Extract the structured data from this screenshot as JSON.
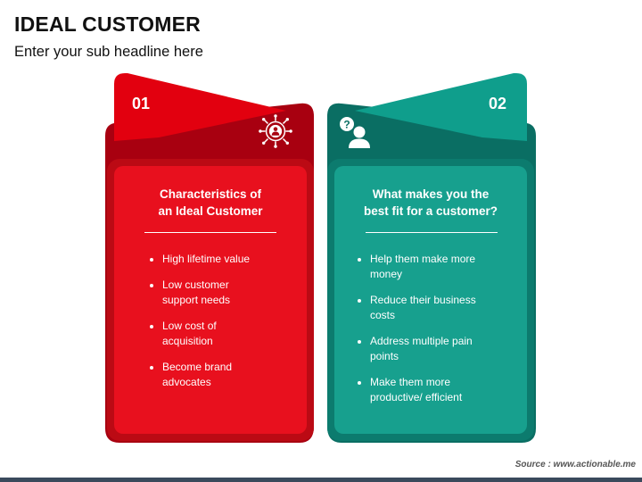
{
  "header": {
    "title": "IDEAL CUSTOMER",
    "subtitle": "Enter your sub headline here"
  },
  "cards": [
    {
      "number": "01",
      "icon": "target-customer-icon",
      "heading_line1": "Characteristics of",
      "heading_line2": "an Ideal Customer",
      "points": [
        [
          "High lifetime value"
        ],
        [
          "Low customer",
          "support needs"
        ],
        [
          "Low cost of",
          "acquisition"
        ],
        [
          "Become brand",
          "advocates"
        ]
      ],
      "colors": {
        "tab": "#e2000f",
        "back": "#a80010",
        "panel": "#e8101e",
        "frame": "#bb0a14"
      }
    },
    {
      "number": "02",
      "icon": "question-person-icon",
      "heading_line1": "What makes you the",
      "heading_line2": "best fit for a customer?",
      "points": [
        [
          "Help them make more",
          "money"
        ],
        [
          "Reduce their business",
          "costs"
        ],
        [
          "Address multiple pain",
          "points"
        ],
        [
          "Make them more",
          "productive/ efficient"
        ]
      ],
      "colors": {
        "tab": "#0f9e8c",
        "back": "#0a6e63",
        "panel": "#17a08e",
        "frame": "#0c7b6e"
      }
    }
  ],
  "footer": {
    "source": "Source : www.actionable.me"
  }
}
